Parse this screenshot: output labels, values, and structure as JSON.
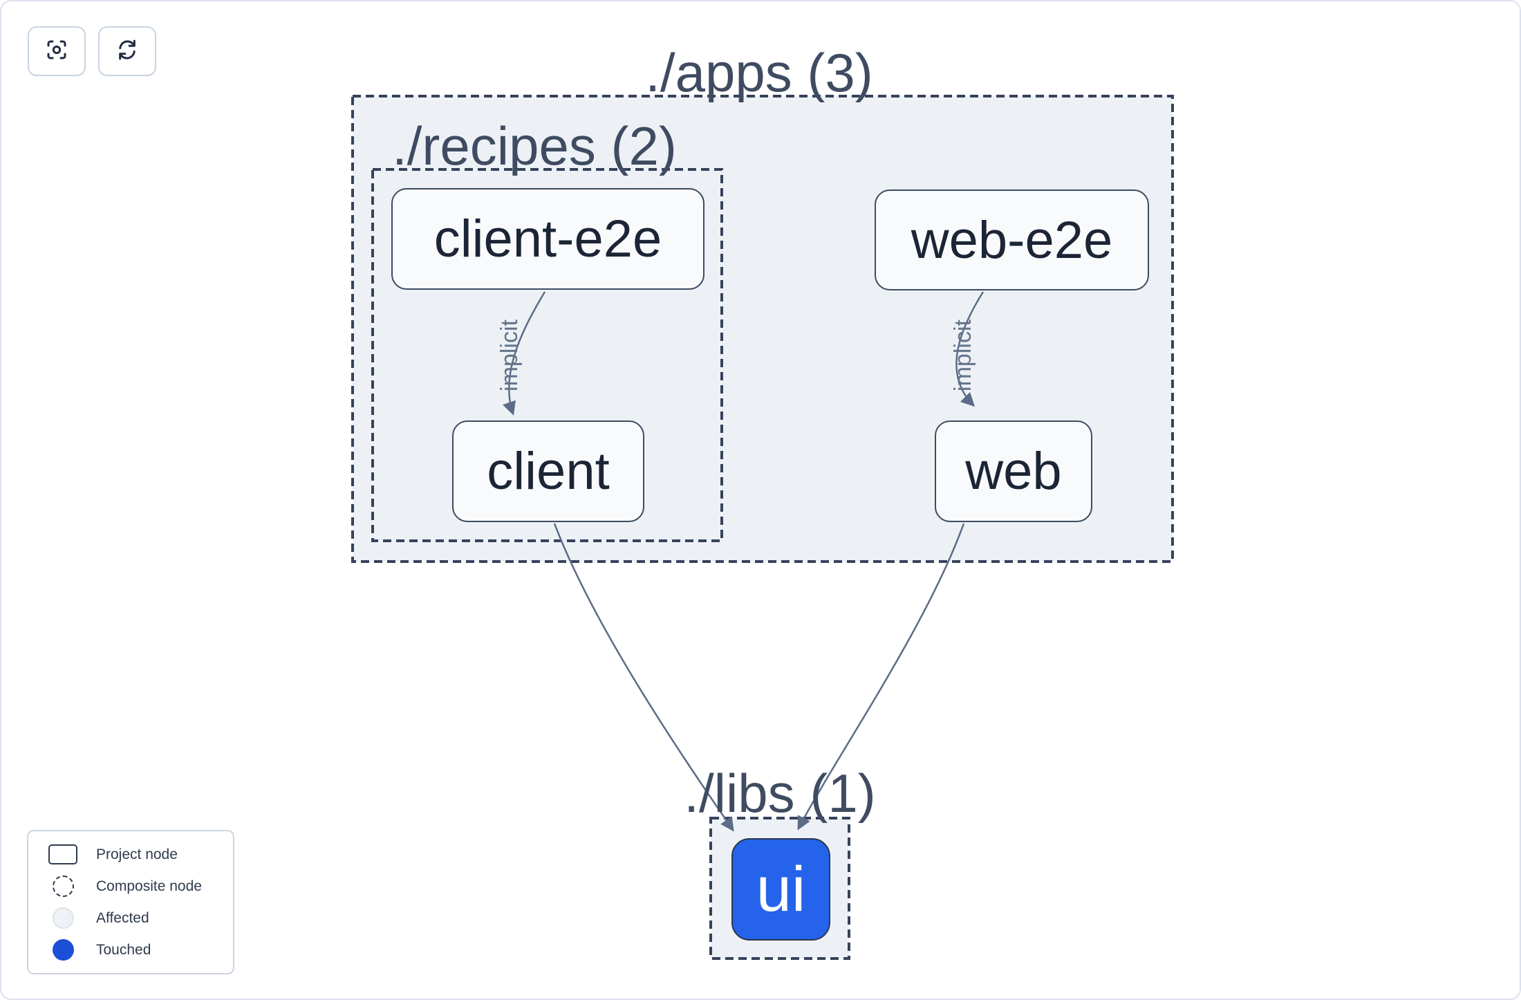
{
  "toolbar": {
    "buttons": [
      {
        "name": "center-graph",
        "icon": "focus-icon"
      },
      {
        "name": "refresh-graph",
        "icon": "refresh-icon"
      }
    ]
  },
  "graph": {
    "groups": [
      {
        "id": "apps",
        "label": "./apps (3)"
      },
      {
        "id": "recipes",
        "label": "./recipes (2)"
      },
      {
        "id": "libs",
        "label": "./libs (1)"
      }
    ],
    "nodes": [
      {
        "id": "client-e2e",
        "label": "client-e2e",
        "state": "normal"
      },
      {
        "id": "web-e2e",
        "label": "web-e2e",
        "state": "normal"
      },
      {
        "id": "client",
        "label": "client",
        "state": "normal"
      },
      {
        "id": "web",
        "label": "web",
        "state": "normal"
      },
      {
        "id": "ui",
        "label": "ui",
        "state": "touched"
      }
    ],
    "edges": [
      {
        "from": "client-e2e",
        "to": "client",
        "label": "implicit"
      },
      {
        "from": "web-e2e",
        "to": "web",
        "label": "implicit"
      },
      {
        "from": "client",
        "to": "ui",
        "label": ""
      },
      {
        "from": "web",
        "to": "ui",
        "label": ""
      }
    ]
  },
  "legend": {
    "items": [
      {
        "label": "Project node",
        "swatch": "project-node"
      },
      {
        "label": "Composite node",
        "swatch": "composite-node"
      },
      {
        "label": "Affected",
        "swatch": "affected"
      },
      {
        "label": "Touched",
        "swatch": "touched"
      }
    ]
  },
  "colors": {
    "touched_node_fill": "#2563eb",
    "legend_touched": "#1d4ed8",
    "edge": "#5c6b86",
    "container_border": "#36425a",
    "container_fill": "#edf1f6",
    "node_fill": "#f9fafc",
    "node_border": "#3d4a62",
    "canvas_border": "#dbe1ee"
  }
}
